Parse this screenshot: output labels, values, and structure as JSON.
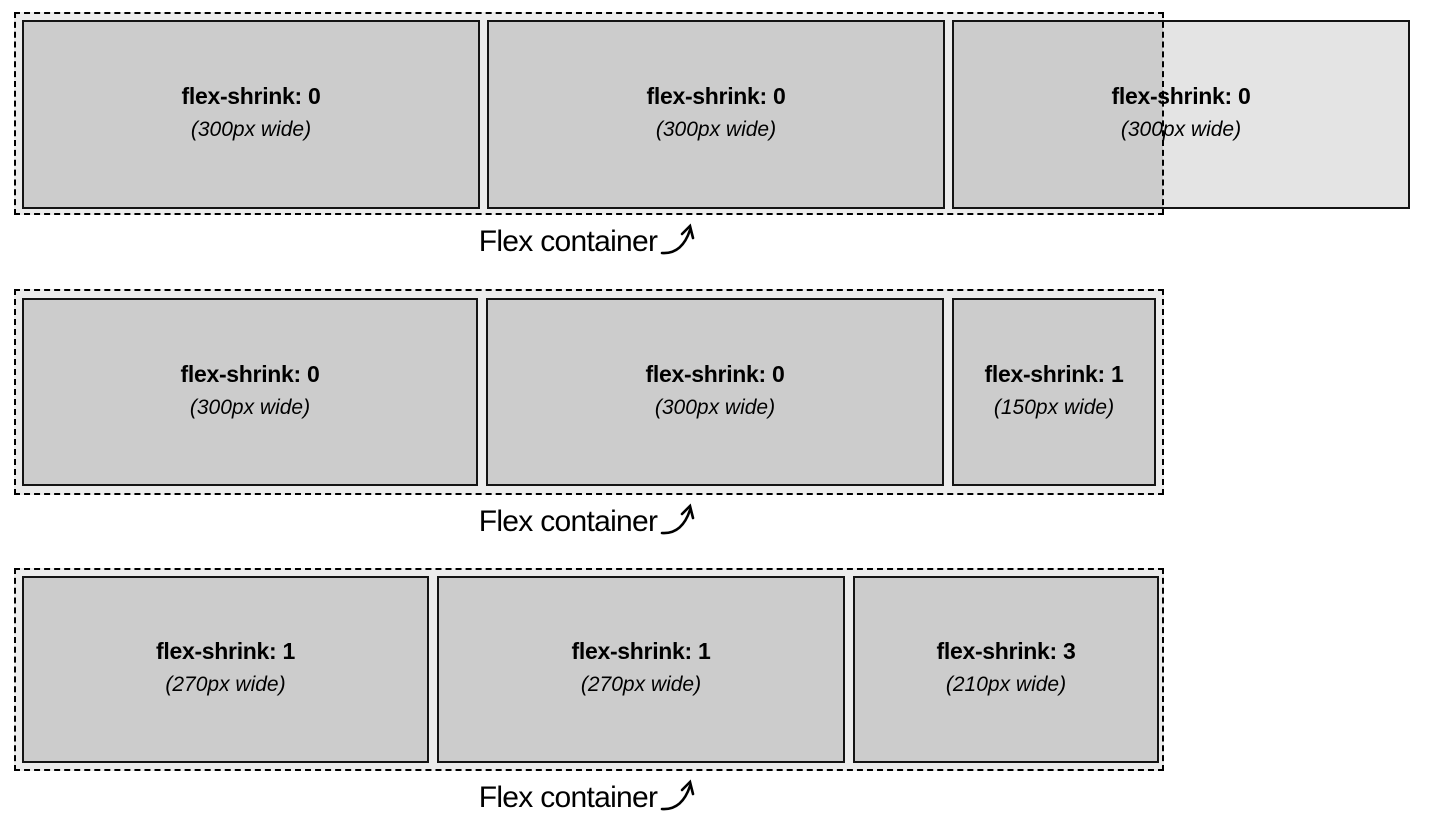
{
  "figure": {
    "caption": "Flex container",
    "colors": {
      "item_fill": "#cccccc",
      "item_overflow_fill": "#e4e4e4",
      "item_border": "#141414",
      "container_bg": "#ececec",
      "container_border": "#000000",
      "text": "#000000"
    },
    "rows": [
      {
        "items": [
          {
            "title": "flex-shrink: 0",
            "subtitle": "(300px wide)"
          },
          {
            "title": "flex-shrink: 0",
            "subtitle": "(300px wide)"
          },
          {
            "title": "flex-shrink: 0",
            "subtitle": "(300px wide)"
          }
        ]
      },
      {
        "items": [
          {
            "title": "flex-shrink: 0",
            "subtitle": "(300px wide)"
          },
          {
            "title": "flex-shrink: 0",
            "subtitle": "(300px wide)"
          },
          {
            "title": "flex-shrink: 1",
            "subtitle": "(150px wide)"
          }
        ]
      },
      {
        "items": [
          {
            "title": "flex-shrink: 1",
            "subtitle": "(270px wide)"
          },
          {
            "title": "flex-shrink: 1",
            "subtitle": "(270px wide)"
          },
          {
            "title": "flex-shrink: 3",
            "subtitle": "(210px wide)"
          }
        ]
      }
    ]
  }
}
